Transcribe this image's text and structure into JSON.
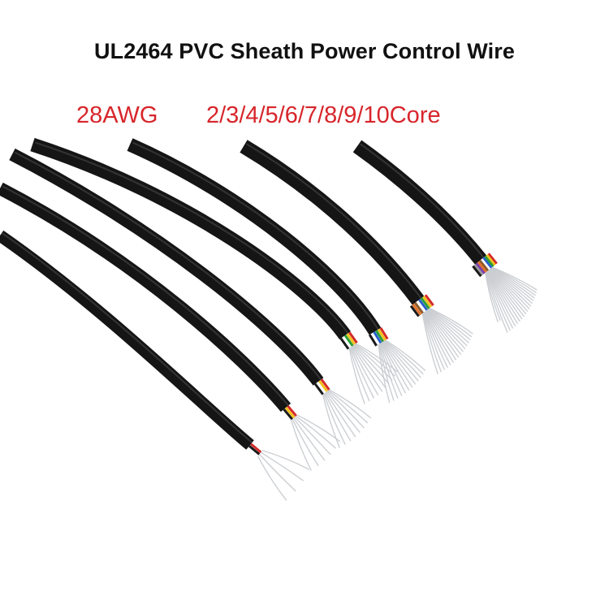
{
  "title": "UL2464 PVC Sheath Power Control Wire",
  "spec": {
    "gauge": "28AWG",
    "cores": "2/3/4/5/6/7/8/9/10Core"
  },
  "colors": {
    "title_text": "#111111",
    "spec_text": "#d7262b",
    "sheath": "#151515",
    "strand": "#c9ccd1"
  },
  "cables": [
    {
      "core_count": 2,
      "core_colors": [
        "#d42a2a",
        "#1a1a1a"
      ]
    },
    {
      "core_count": 3,
      "core_colors": [
        "#d42a2a",
        "#f2c21b",
        "#1a1a1a"
      ]
    },
    {
      "core_count": 4,
      "core_colors": [
        "#d42a2a",
        "#f2c21b",
        "#ffffff",
        "#1a1a1a"
      ]
    },
    {
      "core_count": 5,
      "core_colors": [
        "#d42a2a",
        "#f2c21b",
        "#2a9d3a",
        "#ffffff",
        "#1a1a1a"
      ]
    },
    {
      "core_count": 6,
      "core_colors": [
        "#d42a2a",
        "#f2c21b",
        "#2a9d3a",
        "#2b5fcf",
        "#ffffff",
        "#1a1a1a"
      ]
    },
    {
      "core_count": 8,
      "core_colors": [
        "#d42a2a",
        "#f2c21b",
        "#2a9d3a",
        "#2b5fcf",
        "#ffffff",
        "#8b5a2b",
        "#e3742a",
        "#1a1a1a"
      ]
    },
    {
      "core_count": 10,
      "core_colors": [
        "#d42a2a",
        "#f2c21b",
        "#2a9d3a",
        "#2b5fcf",
        "#ffffff",
        "#8b5a2b",
        "#e3742a",
        "#7a3fb0",
        "#9a9a9a",
        "#1a1a1a"
      ]
    }
  ]
}
